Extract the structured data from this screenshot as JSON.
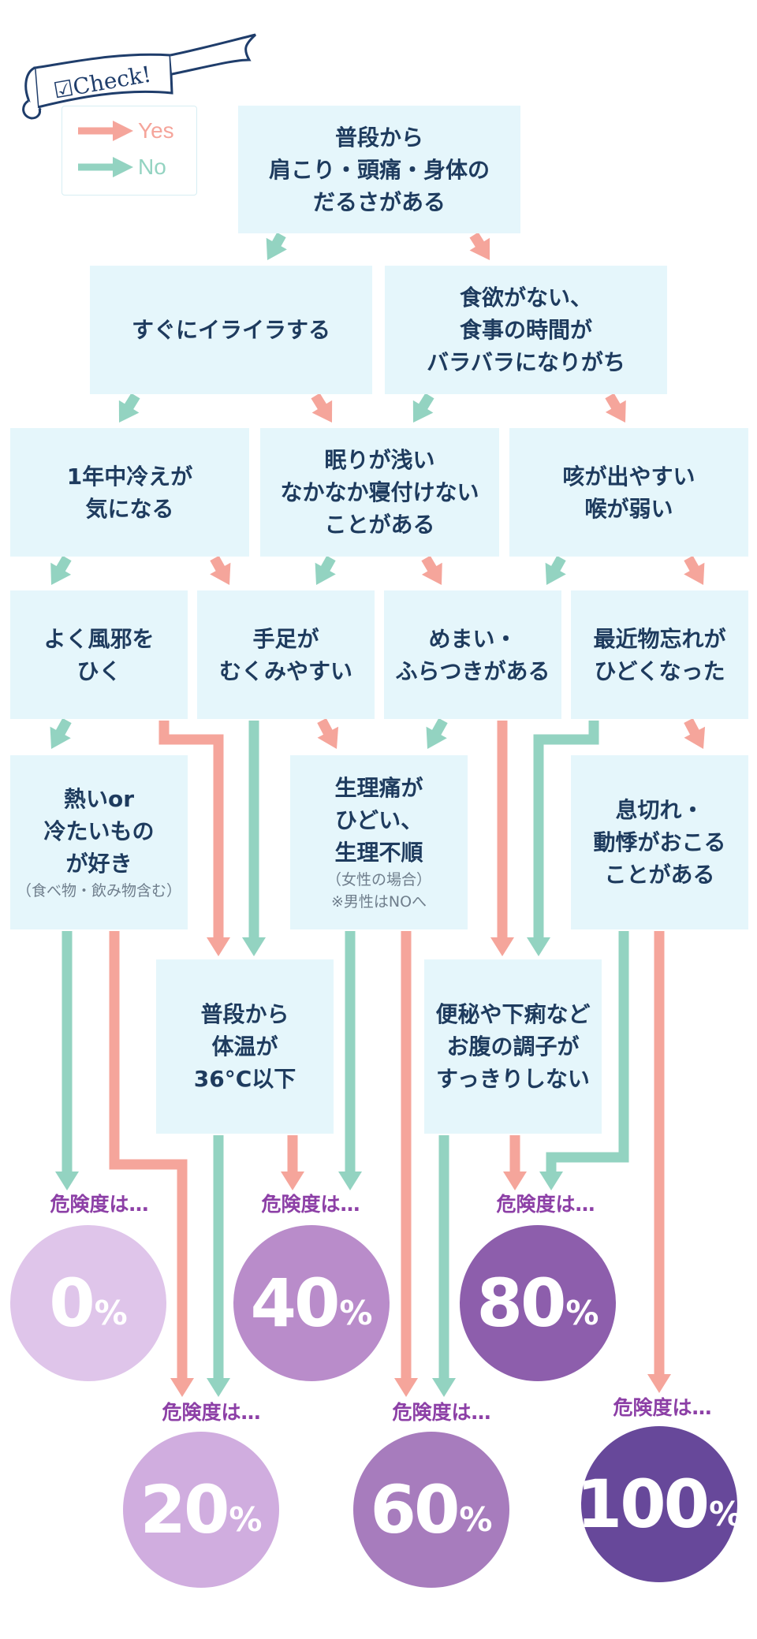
{
  "badge": {
    "text": "☑Check!"
  },
  "legend": {
    "yes_label": "Yes",
    "no_label": "No",
    "yes_color": "#f5a59b",
    "no_color": "#93d3c1"
  },
  "questions": {
    "q1": {
      "lines": [
        "普段から",
        "肩こり・頭痛・身体の",
        "だるさがある"
      ]
    },
    "q2a": {
      "lines": [
        "すぐにイライラする"
      ]
    },
    "q2b": {
      "lines": [
        "食欲がない、",
        "食事の時間が",
        "バラバラになりがち"
      ]
    },
    "q3a": {
      "lines": [
        "1年中冷えが",
        "気になる"
      ]
    },
    "q3b": {
      "lines": [
        "眠りが浅い",
        "なかなか寝付けない",
        "ことがある"
      ]
    },
    "q3c": {
      "lines": [
        "咳が出やすい",
        "喉が弱い"
      ]
    },
    "q4a": {
      "lines": [
        "よく風邪を",
        "ひく"
      ]
    },
    "q4b": {
      "lines": [
        "手足が",
        "むくみやすい"
      ]
    },
    "q4c": {
      "lines": [
        "めまい・",
        "ふらつきがある"
      ]
    },
    "q4d": {
      "lines": [
        "最近物忘れが",
        "ひどくなった"
      ]
    },
    "q5a": {
      "lines": [
        "熱いor",
        "冷たいもの",
        "が好き"
      ],
      "note": "（食べ物・飲み物含む）"
    },
    "q5b": {
      "lines": [
        "生理痛が",
        "ひどい、",
        "生理不順"
      ],
      "note1": "（女性の場合）",
      "note2": "※男性はNOへ"
    },
    "q5c": {
      "lines": [
        "息切れ・",
        "動悸がおこる",
        "ことがある"
      ]
    },
    "q6a": {
      "lines": [
        "普段から",
        "体温が",
        "36°C以下"
      ]
    },
    "q6b": {
      "lines": [
        "便秘や下痢など",
        "お腹の調子が",
        "すっきりしない"
      ]
    }
  },
  "results": {
    "r0": {
      "label": "危険度は…",
      "value": "0",
      "unit": "%",
      "color": "#dfc5ea"
    },
    "r20": {
      "label": "危険度は…",
      "value": "20",
      "unit": "%",
      "color": "#d0addf"
    },
    "r40": {
      "label": "危険度は…",
      "value": "40",
      "unit": "%",
      "color": "#b98cca"
    },
    "r60": {
      "label": "危険度は…",
      "value": "60",
      "unit": "%",
      "color": "#a77cbd"
    },
    "r80": {
      "label": "危険度は…",
      "value": "80",
      "unit": "%",
      "color": "#8d5eac"
    },
    "r100": {
      "label": "危険度は…",
      "value": "100",
      "unit": "%",
      "color": "#67489a"
    }
  }
}
